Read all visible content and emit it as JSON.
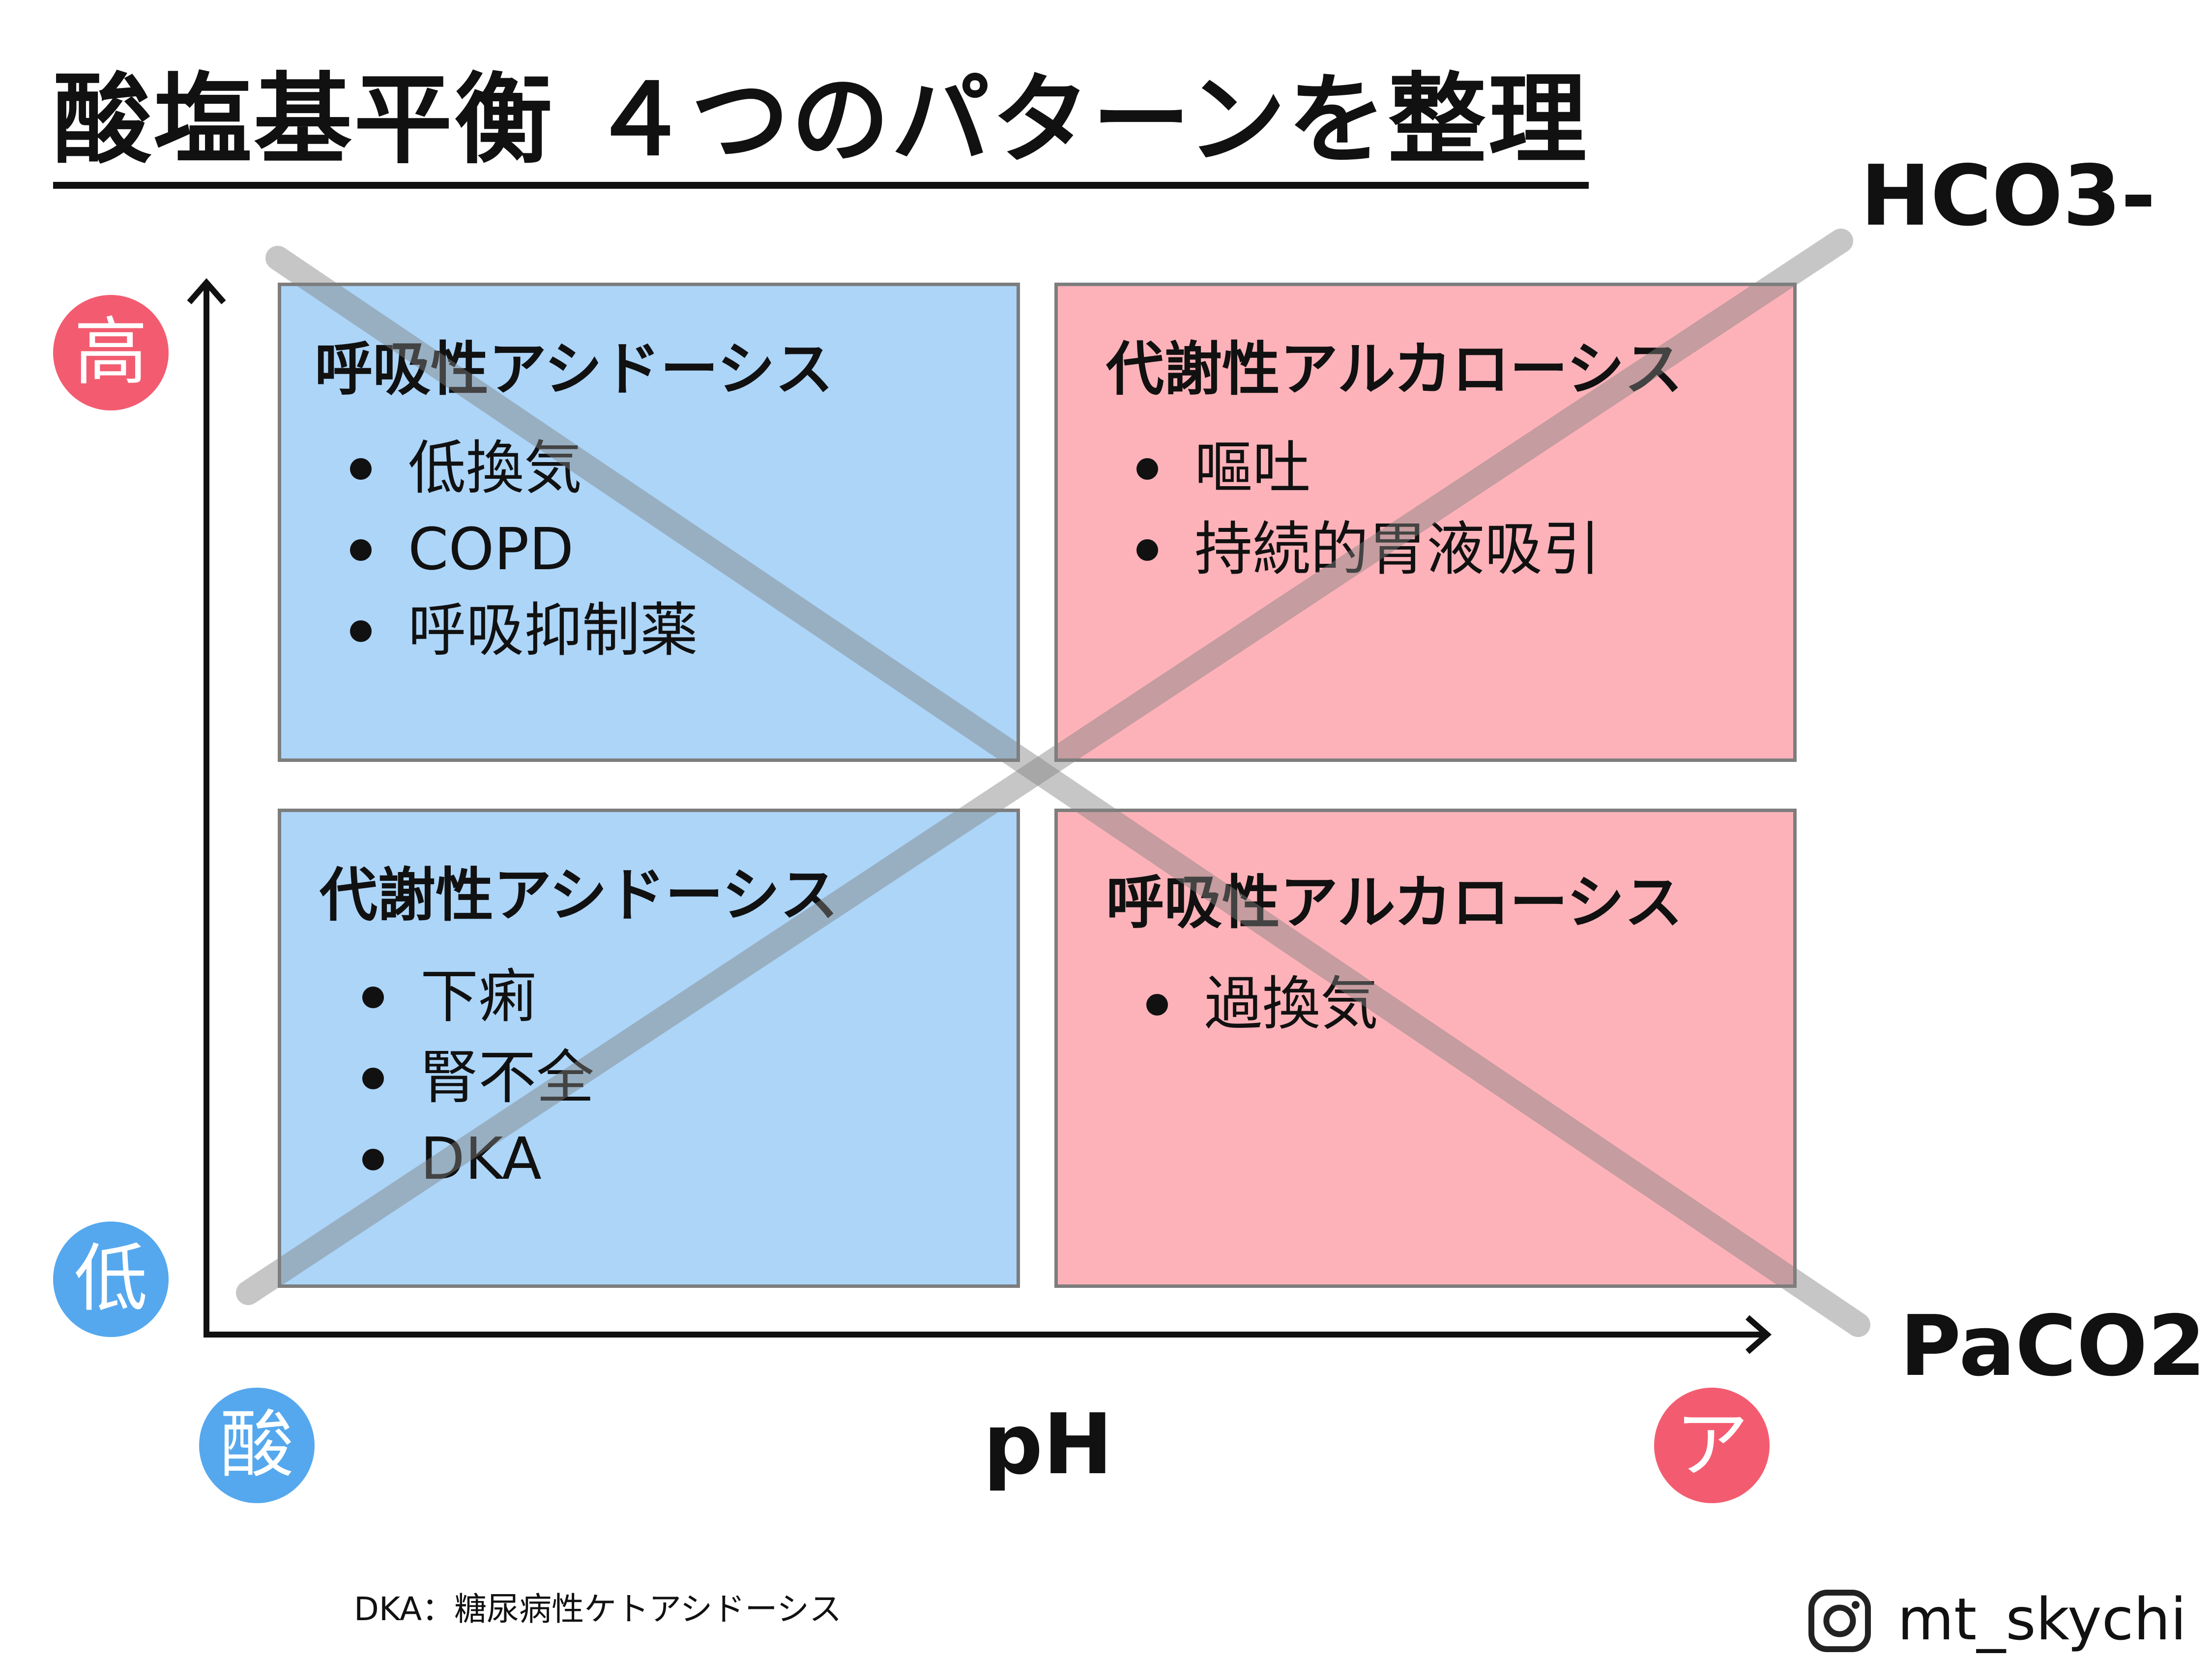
{
  "title": "酸塩基平衡 ４つのパターンを整理",
  "axes": {
    "x_label": "pH",
    "y_top_label": "HCO3-",
    "y_bottom_label": "PaCO2",
    "badge_high": "高",
    "badge_low": "低",
    "badge_acid": "酸",
    "badge_alkali": "ア"
  },
  "quadrants": {
    "top_left": {
      "title": "呼吸性アシドーシス",
      "items": [
        "低換気",
        "COPD",
        "呼吸抑制薬"
      ]
    },
    "top_right": {
      "title": "代謝性アルカローシス",
      "items": [
        "嘔吐",
        "持続的胃液吸引"
      ]
    },
    "bottom_left": {
      "title": "代謝性アシドーシス",
      "items": [
        "下痢",
        "腎不全",
        "DKA"
      ]
    },
    "bottom_right": {
      "title": "呼吸性アルカローシス",
      "items": [
        "過換気"
      ]
    }
  },
  "footnote": "DKA：糖尿病性ケトアシドーシス",
  "credit": {
    "handle": "mt_skychi",
    "icon": "instagram-icon"
  },
  "colors": {
    "acid_blue": "#acd5f8",
    "alkali_pink": "#fdb2b9",
    "badge_red": "#f35c70",
    "badge_blue": "#55a8ee",
    "diagonal_gray": "#808080"
  }
}
